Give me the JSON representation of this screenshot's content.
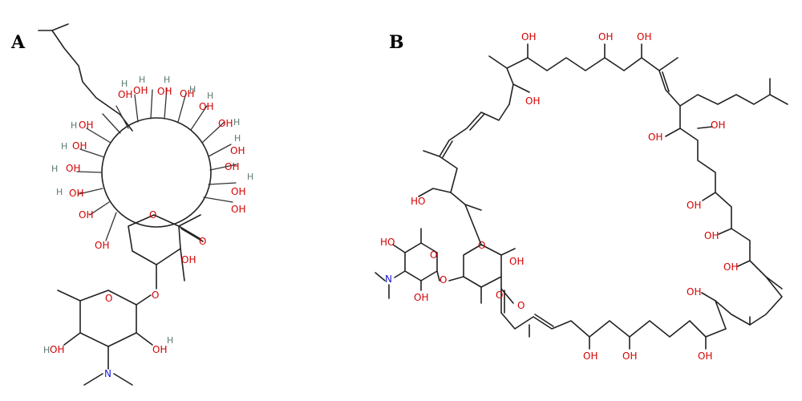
{
  "panels": [
    {
      "letter": "A"
    },
    {
      "letter": "B"
    }
  ],
  "atoms": {
    "hydroxyl": "OH",
    "hydroxyl_left": "HO",
    "hydrogen": "H",
    "oxygen": "O",
    "nitrogen": "N"
  },
  "colors": {
    "bond": "#222222",
    "oxygen": "#d40000",
    "nitrogen": "#1a1ad4",
    "hydrogen": "#5b7a74"
  }
}
